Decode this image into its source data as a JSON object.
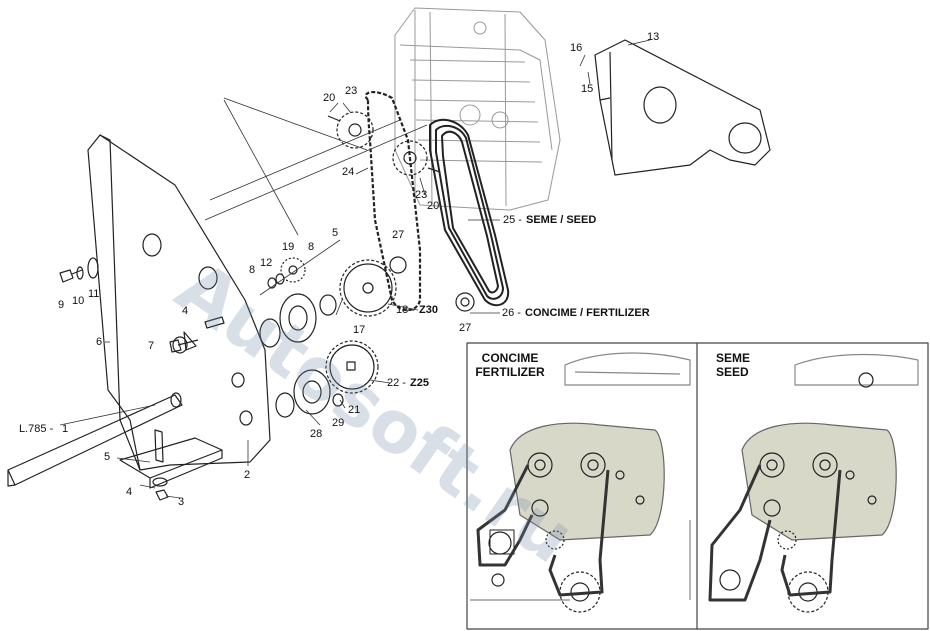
{
  "diagram": {
    "callouts": {
      "c1": "1",
      "c1_prefix": "L.785 -",
      "c2": "2",
      "c3": "3",
      "c4a": "4",
      "c4b": "4",
      "c5a": "5",
      "c5b": "5",
      "c6": "6",
      "c7": "7",
      "c8a": "8",
      "c8b": "8",
      "c9": "9",
      "c10": "10",
      "c11": "11",
      "c12": "12",
      "c13": "13",
      "c15": "15",
      "c16": "16",
      "c17": "17",
      "c18": "18 -",
      "c18_teeth": "Z30",
      "c19": "19",
      "c20a": "20",
      "c20b": "20",
      "c21": "21",
      "c22": "22 -",
      "c22_teeth": "Z25",
      "c23a": "23",
      "c23b": "23",
      "c24": "24",
      "c25": "25 -",
      "c25_text": "SEME / SEED",
      "c26": "26 -",
      "c26_text": "CONCIME / FERTILIZER",
      "c27a": "27",
      "c27b": "27",
      "c28": "28",
      "c29": "29"
    },
    "panels": {
      "left_title": "CONCIME\nFERTILIZER",
      "right_title": "SEME\nSEED"
    },
    "watermark": {
      "main": "Autosoft.ru"
    }
  }
}
